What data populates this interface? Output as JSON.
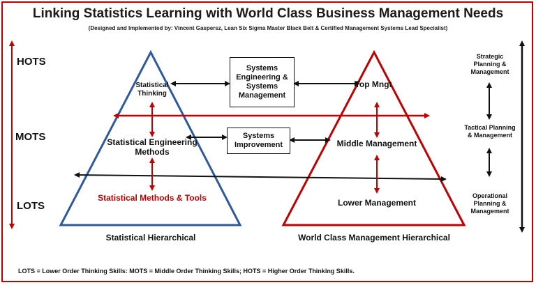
{
  "title": "Linking Statistics Learning with World Class Business Management Needs",
  "subtitle": "(Designed and Implemented by: Vincent Gaspersz, Lean Six Sigma Master Black Belt & Certified Management Systems Lead Specialist)",
  "levels": {
    "hots": "HOTS",
    "mots": "MOTS",
    "lots": "LOTS"
  },
  "statistical_pyramid": {
    "thinking": "Statistical Thinking",
    "engineering": "Statistical Engineering Methods",
    "methods": "Statistical Methods & Tools",
    "caption": "Statistical Hierarchical"
  },
  "management_pyramid": {
    "top": "Top Mngt",
    "middle": "Middle Management",
    "lower": "Lower Management",
    "caption": "World Class Management Hierarchical"
  },
  "boxes": {
    "systems_engineering": "Systems Engineering & Systems Management",
    "systems_improvement": "Systems Improvement"
  },
  "planning": {
    "strategic": "Strategic Planning & Management",
    "tactical": "Tactical Planning & Management",
    "operational": "Operational Planning & Management"
  },
  "footer": "LOTS = Lower Order Thinking Skills: MOTS = Middle Order Thinking Skills; HOTS = Higher Order Thinking Skills.",
  "colors": {
    "frame": "#c00000",
    "stat_triangle": "#2e5a9c",
    "mgmt_triangle": "#c00000",
    "arrow": "#111111",
    "accent": "#c00000"
  }
}
